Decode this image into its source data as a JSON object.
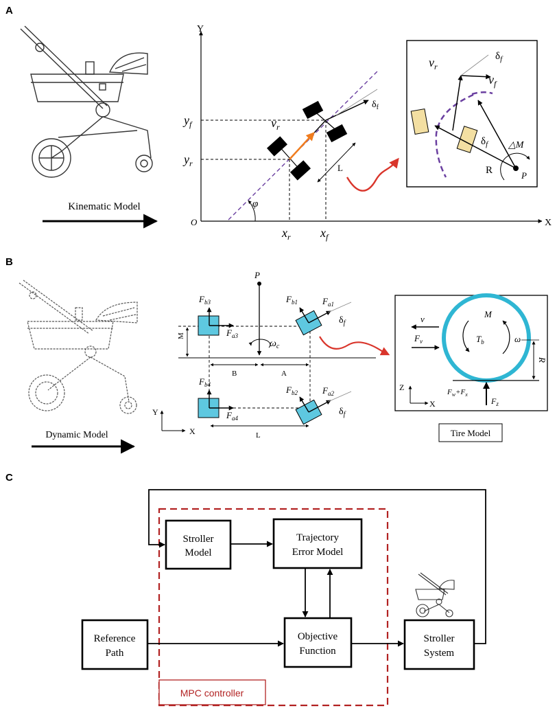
{
  "panels": {
    "a": {
      "letter": "A",
      "caption": "Kinematic Model",
      "axes": {
        "y": "Y",
        "x": "X",
        "origin": "O"
      },
      "labels": {
        "yf": "y",
        "yf_sub": "f",
        "yr": "y",
        "yr_sub": "r",
        "xr": "x",
        "xr_sub": "r",
        "xf": "x",
        "xf_sub": "f",
        "vr": "v",
        "vr_sub": "r",
        "phi": "φ",
        "delta": "δ",
        "delta_sub": "f",
        "L": "L"
      },
      "inset": {
        "vr": "v",
        "vr_sub": "r",
        "vf": "v",
        "vf_sub": "f",
        "delta": "δ",
        "delta_sub": "f",
        "delta_mid": "δ",
        "delta_mid_sub": "f",
        "moment": "△M",
        "R": "R",
        "P": "P"
      }
    },
    "b": {
      "letter": "B",
      "caption": "Dynamic Model",
      "labels": {
        "P": "P",
        "Fb3": "F",
        "Fb3_sub": "b3",
        "Fa3": "F",
        "Fa3_sub": "a3",
        "Fb1": "F",
        "Fb1_sub": "b1",
        "Fa1": "F",
        "Fa1_sub": "a1",
        "Fb4": "F",
        "Fb4_sub": "b4",
        "Fa4": "F",
        "Fa4_sub": "a4",
        "Fb2": "F",
        "Fb2_sub": "b2",
        "Fa2": "F",
        "Fa2_sub": "a2",
        "delta1": "δ",
        "delta1_sub": "f",
        "delta2": "δ",
        "delta2_sub": "f",
        "omega_c": "ω",
        "omega_c_sub": "c",
        "M": "M",
        "B": "B",
        "A": "A",
        "L": "L",
        "Y": "Y",
        "X": "X"
      },
      "tire": {
        "v": "v",
        "Fv": "F",
        "Fv_sub": "v",
        "M": "M",
        "Tb": "T",
        "Tb_sub": "b",
        "omega": "ω",
        "R": "R",
        "Z": "Z",
        "X": "X",
        "Fw": "F",
        "Fw_sub": "w",
        "plus": "+",
        "Fx": "F",
        "Fx_sub": "x",
        "Fz": "F",
        "Fz_sub": "z",
        "title": "Tire Model"
      }
    },
    "c": {
      "letter": "C",
      "blocks": {
        "stroller_model": [
          "Stroller",
          "Model"
        ],
        "trajectory": [
          "Trajectory",
          "Error Model"
        ],
        "reference": [
          "Reference",
          "Path"
        ],
        "objective": [
          "Objective",
          "Function"
        ],
        "system": [
          "Stroller",
          "System"
        ]
      },
      "mpc_label": "MPC controller"
    }
  },
  "colors": {
    "ink": "#000000",
    "accent_red": "#d9352b",
    "dashed_purple": "#6a3fa0",
    "wheel_tan": "#f3dfa2",
    "wheel_cyan": "#5ec8e0",
    "tire_ring": "#2fb6d3",
    "mpc_red": "#b22222",
    "velocity_orange": "#f07c1e"
  }
}
